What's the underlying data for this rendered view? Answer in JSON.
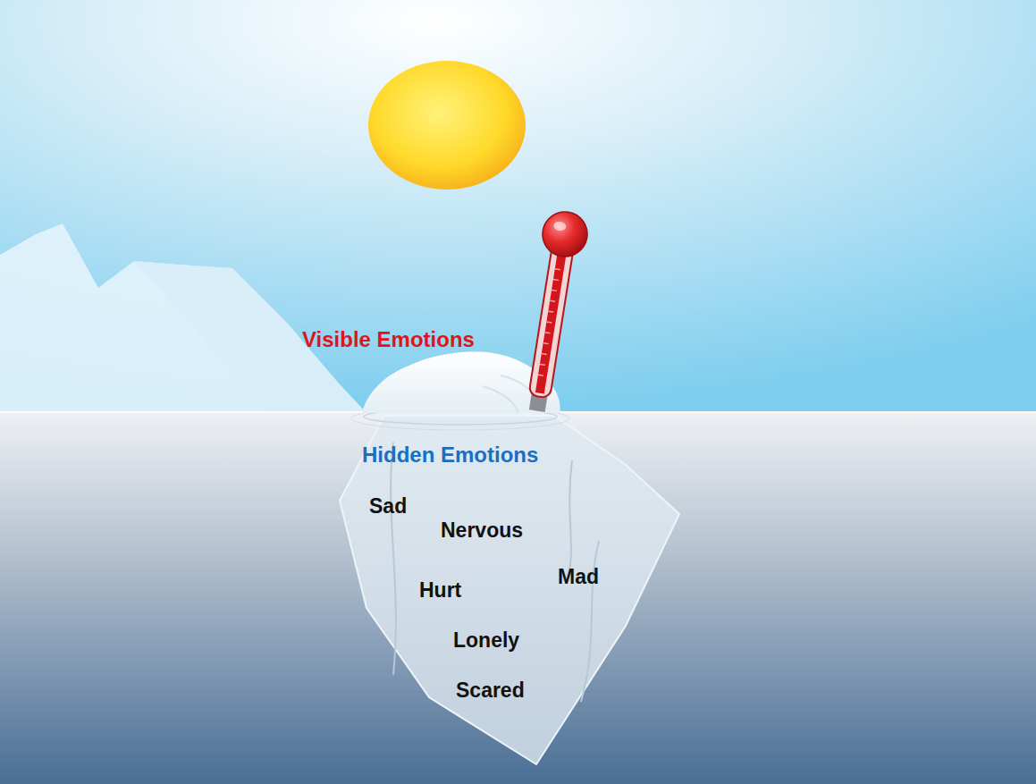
{
  "diagram": {
    "nodes": [
      {
        "text": [
          "Hidden Emotions",
          "Sad",
          "Nervous",
          "Mad",
          "Hurt",
          "Lonely",
          "Scared"
        ]
      }
    ],
    "labels": [
      "Visible Emotions"
    ]
  }
}
